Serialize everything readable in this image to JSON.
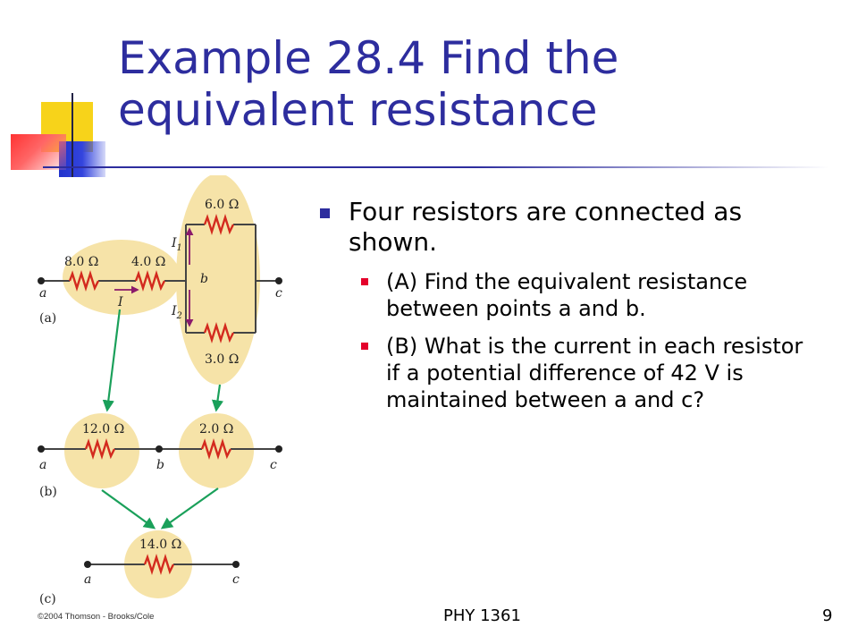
{
  "slide": {
    "title_lines": [
      "Example 28.4 Find the",
      "equivalent resistance"
    ],
    "bullets": [
      {
        "text": "Four resistors are connected as shown.",
        "sub": [
          "(A) Find the equivalent resistance between points a and b.",
          "(B) What is the current in each resistor if a potential difference of 42 V is maintained between a and c?"
        ]
      }
    ],
    "footer": {
      "course": "PHY 1361",
      "page": "9"
    },
    "colors": {
      "title": "#2d2d9e",
      "bullet_l1": "#2d2d9e",
      "bullet_l2": "#e4002b",
      "highlight": "#f6e3a8",
      "resistor": "#d32a1e",
      "arrow": "#1aa05a"
    }
  },
  "figure": {
    "copyright": "©2004 Thomson - Brooks/Cole",
    "panel_a": {
      "label": "(a)",
      "r1": "8.0 Ω",
      "r2": "4.0 Ω",
      "r_top": "6.0 Ω",
      "r_bottom": "3.0 Ω",
      "current": "I",
      "i1": "I",
      "i1_sub": "1",
      "i2": "I",
      "i2_sub": "2",
      "node_a": "a",
      "node_b": "b",
      "node_c": "c"
    },
    "panel_b": {
      "label": "(b)",
      "r1": "12.0 Ω",
      "r2": "2.0 Ω",
      "node_a": "a",
      "node_b": "b",
      "node_c": "c"
    },
    "panel_c": {
      "label": "(c)",
      "r": "14.0 Ω",
      "node_a": "a",
      "node_c": "c"
    }
  }
}
